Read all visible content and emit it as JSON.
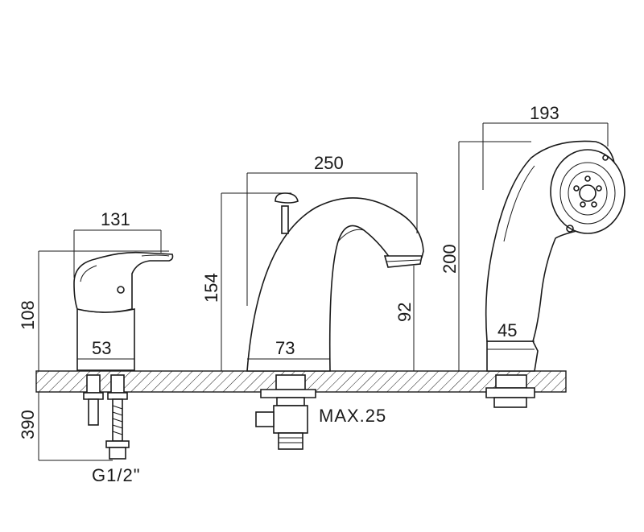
{
  "drawing": {
    "dimensions": {
      "handle_width": "131",
      "handle_height": "108",
      "handle_base": "53",
      "below_deck": "390",
      "spout_width": "250",
      "spout_height": "154",
      "spout_outlet_height": "92",
      "spout_base": "73",
      "shower_width": "193",
      "shower_height": "200",
      "shower_base": "45"
    },
    "notes": {
      "max_deck": "MAX.25",
      "thread": "G1/2\""
    }
  }
}
